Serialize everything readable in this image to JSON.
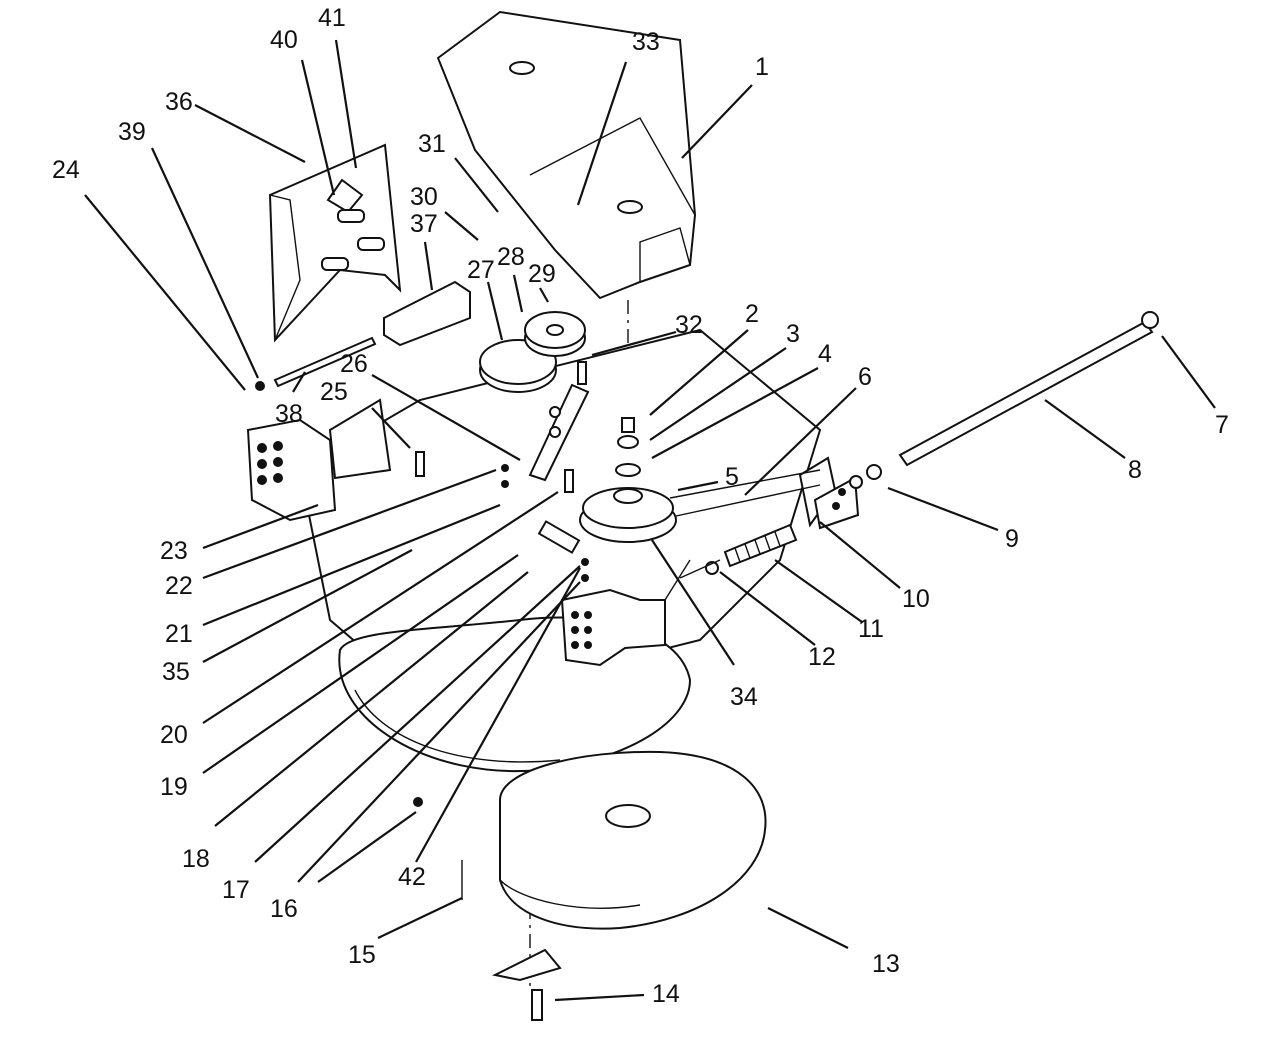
{
  "diagram": {
    "callouts": [
      "1",
      "2",
      "3",
      "4",
      "5",
      "6",
      "7",
      "8",
      "9",
      "10",
      "11",
      "12",
      "13",
      "14",
      "15",
      "16",
      "17",
      "18",
      "19",
      "20",
      "21",
      "22",
      "23",
      "24",
      "25",
      "26",
      "27",
      "28",
      "29",
      "30",
      "31",
      "32",
      "33",
      "34",
      "35",
      "36",
      "37",
      "38",
      "39",
      "40",
      "41",
      "42"
    ],
    "colors": {
      "ink": "#111111",
      "paper": "#ffffff"
    }
  }
}
